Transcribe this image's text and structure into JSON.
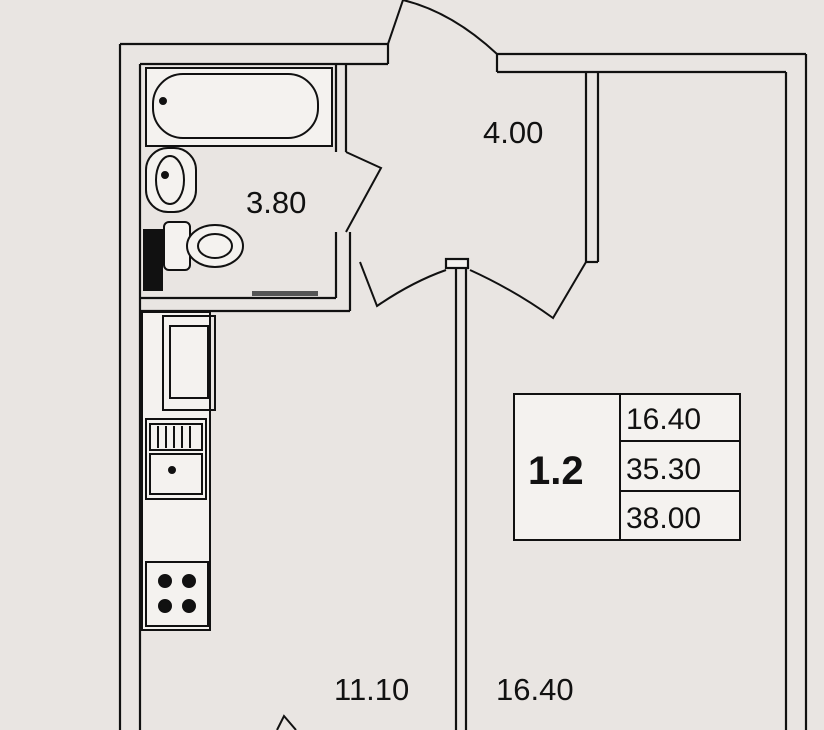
{
  "plan": {
    "rooms": [
      {
        "id": "bathroom",
        "area": "3.80"
      },
      {
        "id": "hallway",
        "area": "4.00"
      },
      {
        "id": "kitchen",
        "area": "11.10"
      },
      {
        "id": "living-room",
        "area": "16.40"
      }
    ],
    "legend": {
      "code": "1.2",
      "living_area": "16.40",
      "total_area": "35.30",
      "gross_area": "38.00"
    },
    "colors": {
      "paper": "#e9e5e2",
      "wall": "#111111",
      "wall_fill": "#f7f5f2"
    }
  }
}
